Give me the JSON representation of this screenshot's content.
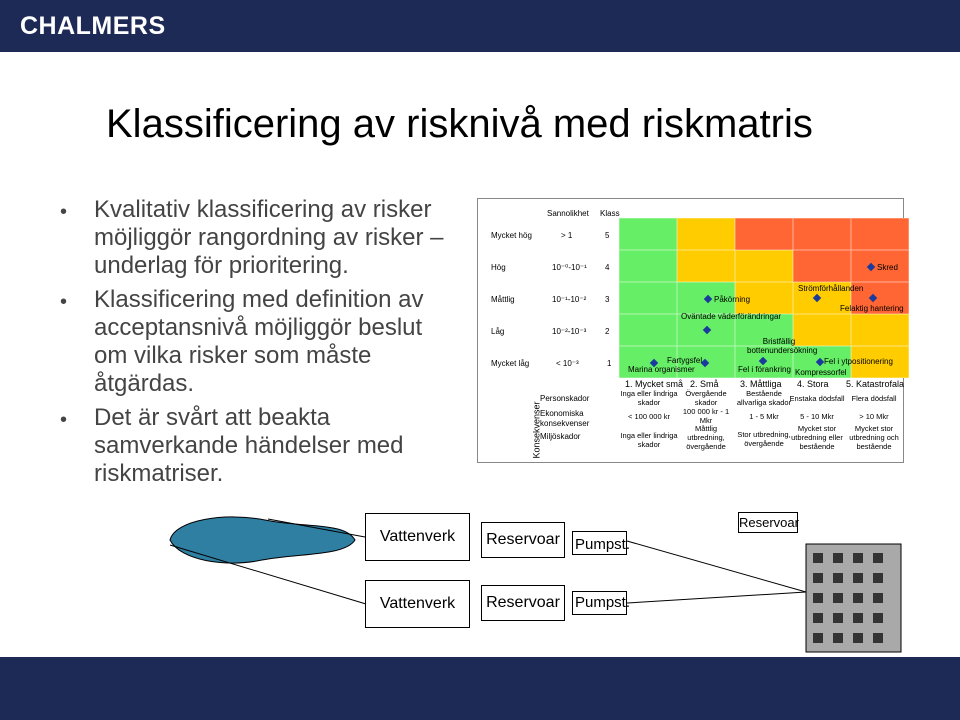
{
  "header": {
    "logo": "CHALMERS"
  },
  "slide": {
    "title": "Klassificering av risknivå med riskmatris"
  },
  "bullets": [
    "Kvalitativ klassificering av risker möjliggör rangordning av risker – underlag för prioritering.",
    "Klassificering med definition av acceptansnivå möjliggör beslut om vilka risker som måste åtgärdas.",
    "Det är svårt att beakta samverkande händelser med riskmatriser."
  ],
  "matrix": {
    "header_probability": "Sannolikhet",
    "header_class": "Klass",
    "rows": [
      {
        "name": "Mycket hög",
        "prob": "> 1",
        "cls": "5"
      },
      {
        "name": "Hög",
        "prob": "10⁻⁰-10⁻¹",
        "cls": "4"
      },
      {
        "name": "Måttlig",
        "prob": "10⁻¹-10⁻²",
        "cls": "3"
      },
      {
        "name": "Låg",
        "prob": "10⁻²-10⁻³",
        "cls": "2"
      },
      {
        "name": "Mycket låg",
        "prob": "< 10⁻³",
        "cls": "1"
      }
    ],
    "columns": [
      "1. Mycket små",
      "2. Små",
      "3. Måttliga",
      "4. Stora",
      "5. Katastrofala"
    ],
    "consequence_axis": "Konsekvenser",
    "consequence_types": [
      "Personskador",
      "Ekonomiska konsekvenser",
      "Miljöskador"
    ],
    "person": [
      "Inga eller lindriga skador",
      "Övergående skador",
      "Bestående allvarliga skador",
      "Enstaka dödsfall",
      "Flera dödsfall"
    ],
    "economic": [
      "< 100 000 kr",
      "100 000 kr - 1 Mkr",
      "1 - 5 Mkr",
      "5 - 10 Mkr",
      "> 10 Mkr"
    ],
    "environment": [
      "Inga eller lindriga skador",
      "Måttlig utbredning, övergående",
      "Stor utbredning, övergående",
      "Mycket stor utbredning eller bestående",
      "Mycket stor utbredning och bestående"
    ],
    "colors": {
      "green": "#66ee66",
      "yellow": "#ffcc00",
      "orange": "#ff6633"
    },
    "grid": [
      [
        "green",
        "yellow",
        "orange",
        "orange",
        "orange"
      ],
      [
        "green",
        "yellow",
        "yellow",
        "orange",
        "orange"
      ],
      [
        "green",
        "green",
        "yellow",
        "yellow",
        "orange"
      ],
      [
        "green",
        "green",
        "green",
        "yellow",
        "yellow"
      ],
      [
        "green",
        "green",
        "green",
        "green",
        "yellow"
      ]
    ],
    "risks": [
      "Skred",
      "Strömförhållanden",
      "Felaktig hantering",
      "Påkörning",
      "Oväntade väderförändringar",
      "Bristfällig bottenundersökning",
      "Fartygsfel",
      "Marina organismer",
      "Fel i förankring",
      "Fel i ytpositionering",
      "Kompressorfel"
    ]
  },
  "flow": {
    "row1": [
      "Vattenverk",
      "Reservoar",
      "Pumpst."
    ],
    "row2": [
      "Vattenverk",
      "Reservoar",
      "Pumpst."
    ],
    "right_label": "Reservoar"
  }
}
